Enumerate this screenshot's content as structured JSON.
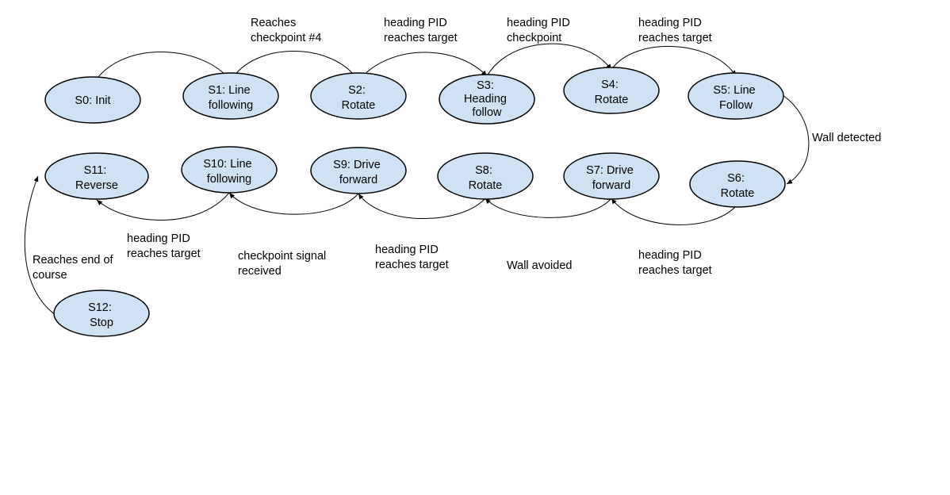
{
  "colors": {
    "node_fill": "#cfe2f3",
    "node_stroke": "#000000",
    "edge": "#000000",
    "text": "#000000",
    "background": "#ffffff"
  },
  "states": {
    "s0": [
      "S0: Init"
    ],
    "s1": [
      "S1: Line",
      "following"
    ],
    "s2": [
      "S2:",
      "Rotate"
    ],
    "s3": [
      "S3:",
      "Heading",
      "follow"
    ],
    "s4": [
      "S4:",
      "Rotate"
    ],
    "s5": [
      "S5: Line",
      "Follow"
    ],
    "s6": [
      "S6:",
      "Rotate"
    ],
    "s7": [
      "S7: Drive",
      "forward"
    ],
    "s8": [
      "S8:",
      "Rotate"
    ],
    "s9": [
      "S9: Drive",
      "forward"
    ],
    "s10": [
      "S10: Line",
      "following"
    ],
    "s11": [
      "S11:",
      "Reverse"
    ],
    "s12": [
      "S12:",
      "Stop"
    ]
  },
  "transitions": {
    "s0_s1": [],
    "s1_s2": [
      "Reaches",
      "checkpoint #4"
    ],
    "s2_s3": [
      "heading PID",
      "reaches target"
    ],
    "s3_s4": [
      "heading PID",
      "checkpoint"
    ],
    "s4_s5": [
      "heading PID",
      "reaches target"
    ],
    "s5_s6": [
      "Wall detected"
    ],
    "s6_s7": [
      "heading PID",
      "reaches target"
    ],
    "s7_s8": [
      "Wall avoided"
    ],
    "s8_s9": [
      "heading PID",
      "reaches target"
    ],
    "s9_s10": [
      "checkpoint signal",
      "received"
    ],
    "s10_s11": [
      "heading PID",
      "reaches target"
    ],
    "s11_s12": [
      "Reaches end of",
      "course"
    ]
  }
}
